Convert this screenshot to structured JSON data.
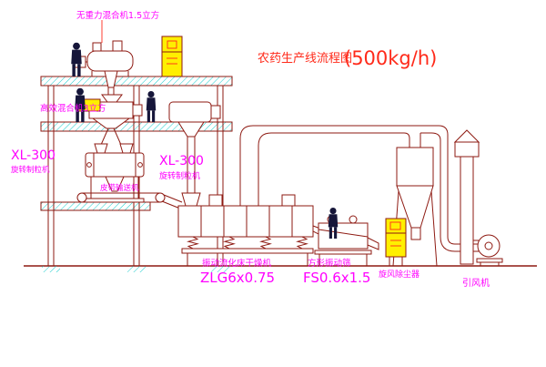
{
  "title": {
    "name": "农药生产线流程图",
    "capacity": "(500kg/h)"
  },
  "labels": {
    "gravity_mixer": "无重力混合机1.5立方",
    "high_mixer": "高效混合机3立方",
    "granulator_left_model": "XL-300",
    "granulator_left_name": "旋转制粒机",
    "granulator_mid_model": "XL-300",
    "granulator_mid_name": "旋转制粒机",
    "belt_conveyor": "皮带输送机",
    "dryer_name": "振动流化床干燥机",
    "dryer_model": "ZLG6x0.75",
    "screen_name": "方形振动筛",
    "screen_model": "FS0.6x1.5",
    "dust_collector": "旋风除尘器",
    "fan": "引风机"
  },
  "colors": {
    "line": "#8e1a12",
    "title": "#ff2a1a",
    "label": "#ff00ff",
    "cabinet": "#ffef00",
    "hatch": "#00c8c8",
    "figure": "#16163a"
  }
}
